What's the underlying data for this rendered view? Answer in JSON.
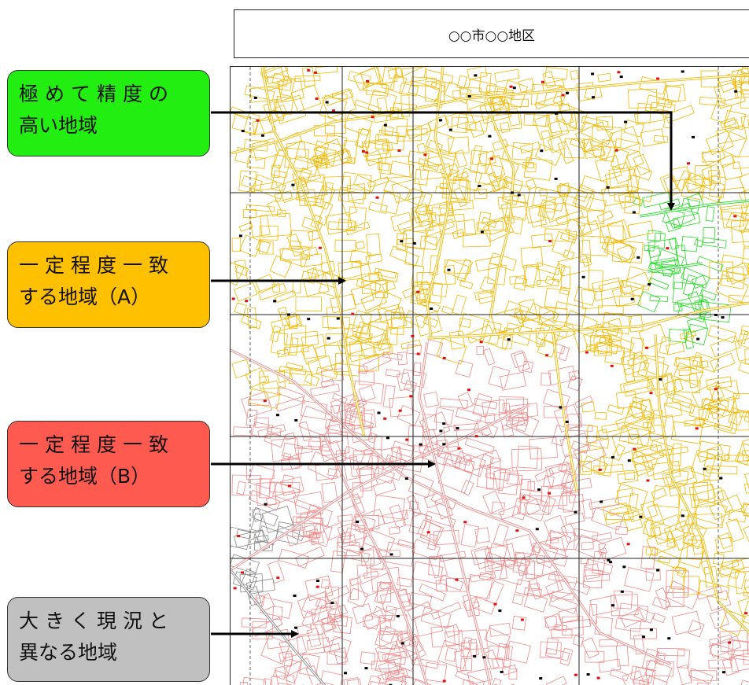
{
  "map_title": "○○市○○地区",
  "legend": [
    {
      "id": "high",
      "line1": "極めて精度の",
      "line2": "高い地域",
      "color": "#22ee11"
    },
    {
      "id": "a",
      "line1": "一定程度一致",
      "line2": "する地域（A）",
      "color": "#ffc000"
    },
    {
      "id": "b",
      "line1": "一定程度一致",
      "line2": "する地域（B）",
      "color": "#ff5a50"
    },
    {
      "id": "diff",
      "line1": "大きく現況と",
      "line2": "異なる地域",
      "color": "#c0c0c0"
    }
  ],
  "colors": {
    "zone_a_lines": "#f2b800",
    "zone_b_lines": "#f08a8a",
    "zone_high_lines": "#22dd22",
    "zone_diff_lines": "#8a8a8a",
    "grid": "#222222"
  }
}
